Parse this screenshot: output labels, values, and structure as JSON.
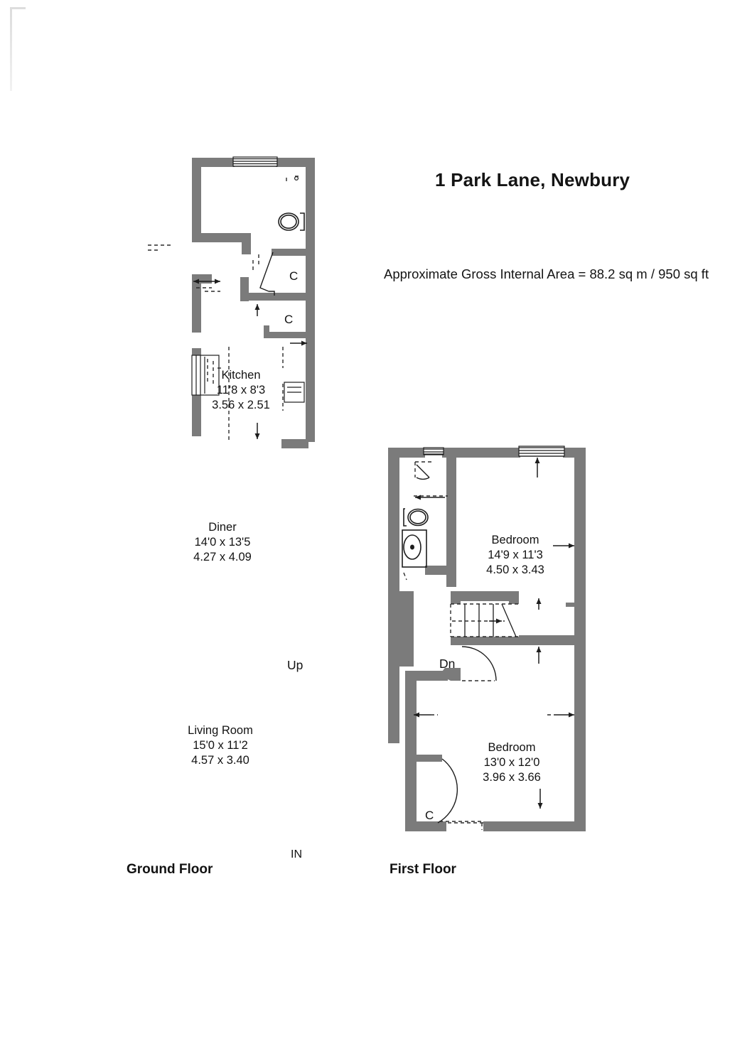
{
  "document": {
    "title": "1 Park Lane, Newbury",
    "area_note": "Approximate Gross Internal Area = 88.2 sq m / 950 sq ft"
  },
  "floors": [
    {
      "key": "ground",
      "label": "Ground Floor",
      "entrance_marker": "IN",
      "stair_direction": "Up",
      "rooms": [
        {
          "name": "Kitchen",
          "dim_imperial": "11'8 x 8'3",
          "dim_metric": "3.56 x 2.51"
        },
        {
          "name": "Diner",
          "dim_imperial": "14'0 x 13'5",
          "dim_metric": "4.27 x 4.09"
        },
        {
          "name": "Living Room",
          "dim_imperial": "15'0 x 11'2",
          "dim_metric": "4.57 x 3.40"
        }
      ],
      "cupboards": [
        "C",
        "C"
      ]
    },
    {
      "key": "first",
      "label": "First Floor",
      "stair_direction": "Dn",
      "rooms": [
        {
          "name": "Bedroom",
          "dim_imperial": "14'9 x 11'3",
          "dim_metric": "4.50 x 3.43"
        },
        {
          "name": "Bedroom",
          "dim_imperial": "13'0 x 12'0",
          "dim_metric": "3.96 x 3.66"
        }
      ],
      "cupboards": [
        "C"
      ]
    }
  ],
  "colors": {
    "wall": "#7b7b7b",
    "ink": "#1a1a1a",
    "paper": "#ffffff"
  }
}
